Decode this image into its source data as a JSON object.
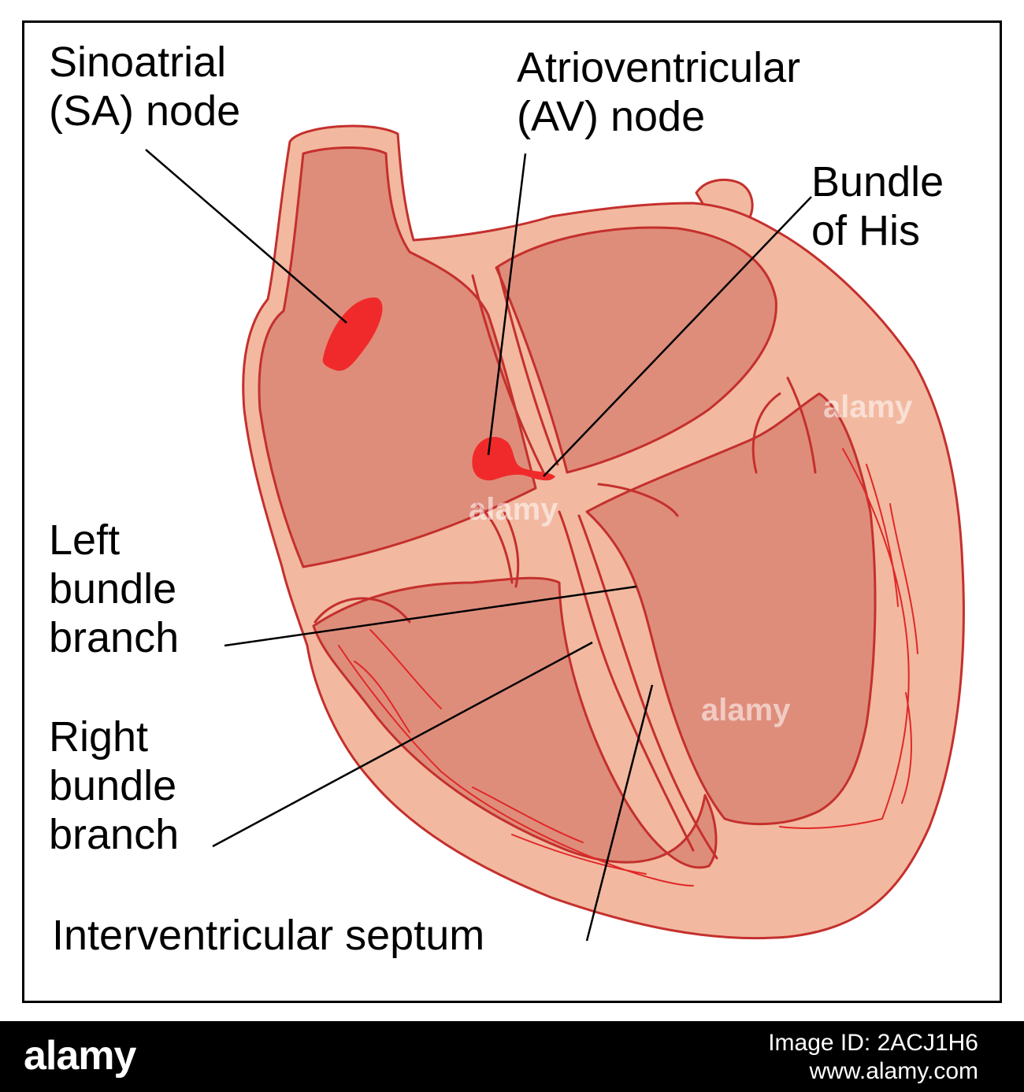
{
  "labels": {
    "sa_node": "Sinoatrial\n(SA) node",
    "av_node": "Atrioventricular\n(AV) node",
    "bundle_his": "Bundle\nof His",
    "left_branch": "Left\nbundle\nbranch",
    "right_branch": "Right\nbundle\nbranch",
    "septum": "Interventricular septum"
  },
  "watermark": "alamy",
  "footer": {
    "logo": "alamy",
    "image_id": "Image ID: 2ACJ1H6",
    "url": "www.alamy.com"
  },
  "colors": {
    "outer_tissue": "#f2b9a0",
    "chamber_fill": "#df8d7b",
    "outline": "#c4302d",
    "node_red": "#f02a2a",
    "line": "#000000"
  }
}
